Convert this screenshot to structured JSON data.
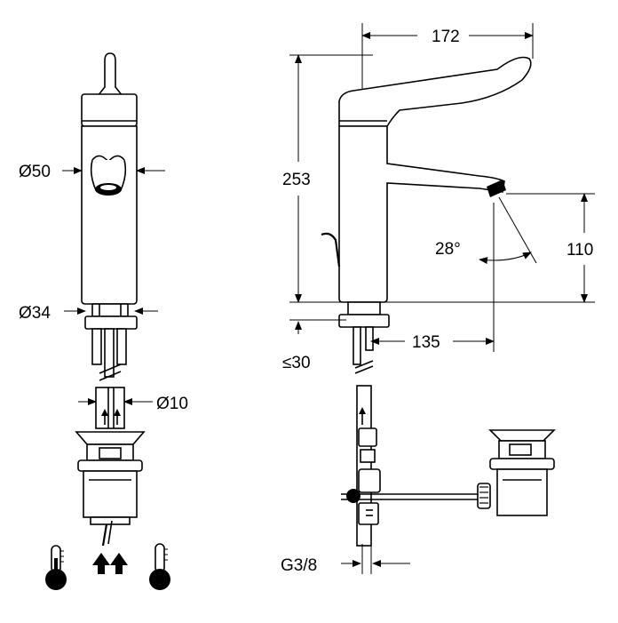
{
  "drawing": {
    "dimensions": {
      "width_top": "172",
      "height_total": "253",
      "spout_height": "110",
      "projection": "135",
      "below_counter": "≤30",
      "spout_angle": "28°",
      "body_diameter": "Ø50",
      "base_diameter": "Ø34",
      "rod_diameter": "Ø10",
      "connection_thread": "G3/8"
    },
    "icons": [
      "thermometer-cold-icon",
      "double-arrow-up-icon",
      "thermometer-hot-icon"
    ]
  }
}
